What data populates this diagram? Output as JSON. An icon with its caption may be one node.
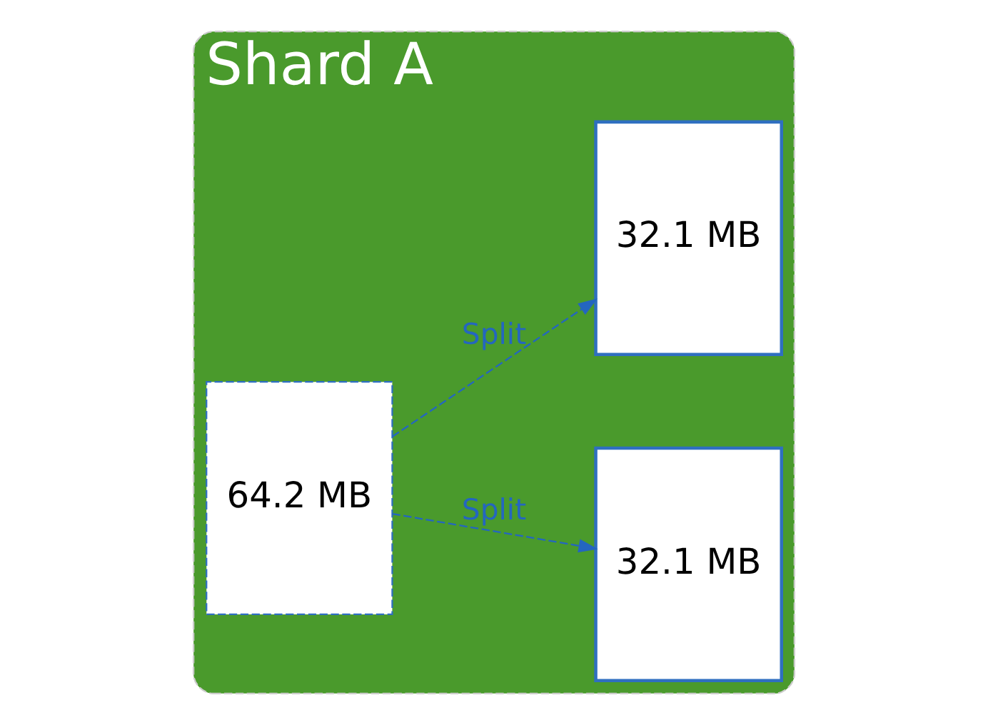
{
  "diagram": {
    "nodes": [
      {
        "text": [
          "Shard A"
        ]
      },
      {
        "text": [
          "64.2 MB"
        ],
        "in": 0
      },
      {
        "text": [
          "32.1 MB"
        ],
        "in": 0
      },
      {
        "text": [
          "32.1 MB"
        ],
        "in": 0
      }
    ],
    "edges": [
      {
        "from": 1,
        "to": 2,
        "arrow": "to",
        "label": "Split",
        "style": "dashed"
      },
      {
        "from": 1,
        "to": 3,
        "arrow": "to",
        "label": "Split",
        "style": "dashed"
      }
    ]
  }
}
